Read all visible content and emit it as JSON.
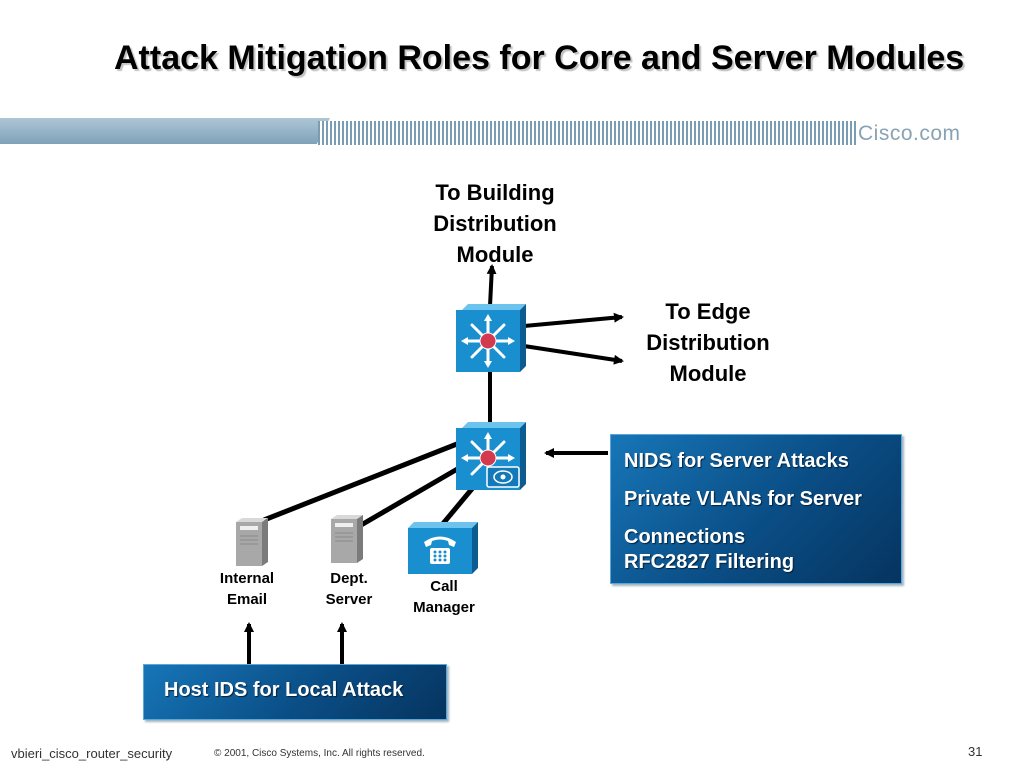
{
  "slide": {
    "title": "Attack Mitigation Roles for Core and Server Modules",
    "logo_text": "Cisco.com",
    "page_number": "31"
  },
  "diagram": {
    "to_building": [
      "To Building",
      "Distribution",
      "Module"
    ],
    "to_edge": [
      "To Edge",
      "Distribution",
      "Module"
    ],
    "servers": {
      "internal_email": [
        "Internal",
        "Email"
      ],
      "dept_server": [
        "Dept.",
        "Server"
      ],
      "call_manager": [
        "Call",
        "Manager"
      ]
    },
    "nids_box": {
      "lines": [
        "NIDS for Server Attacks",
        "Private VLANs for Server",
        "Connections",
        "RFC2827 Filtering"
      ]
    },
    "hids_box": {
      "label": "Host IDS for Local Attack"
    },
    "icons": {
      "core_switch": "multilayer-switch-icon",
      "server_switch": "multilayer-switch-icon",
      "ids_module": "ids-module-icon",
      "server": "server-tower-icon",
      "call_manager": "call-manager-icon"
    }
  },
  "footer": {
    "left": "vbieri_cisco_router_security",
    "copyright": "© 2001, Cisco Systems, Inc. All rights reserved."
  },
  "colors": {
    "switch_blue": "#1a8fd0",
    "callout_blue": "#0a4d85",
    "red_dot": "#d33a4f",
    "server_gray": "#a8a8a8"
  }
}
